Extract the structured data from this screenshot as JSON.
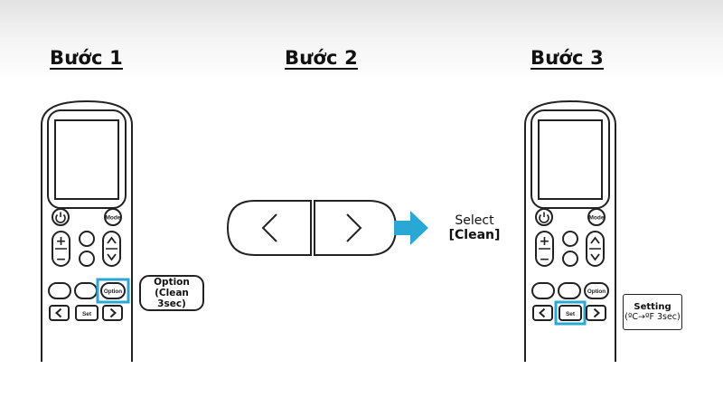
{
  "steps": [
    {
      "title": "Bước 1"
    },
    {
      "title": "Bước 2"
    },
    {
      "title": "Bước 3"
    }
  ],
  "remote": {
    "power_icon": "power-icon",
    "mode_label": "Mode",
    "plus_label": "+",
    "minus_label": "−",
    "up_icon": "chevron-up-icon",
    "down_icon": "chevron-down-icon",
    "option_label": "Option",
    "left_icon": "chevron-left-icon",
    "set_label": "Set",
    "right_icon": "chevron-right-icon"
  },
  "step1_callout": {
    "line1": "Option",
    "line2": "(Clean 3sec)"
  },
  "step2": {
    "select_line1": "Select",
    "select_line2": "[Clean]"
  },
  "step3_callout": {
    "line1": "Setting",
    "line2": "(ºC→ºF 3sec)"
  },
  "colors": {
    "highlight": "#29a8d6",
    "arrow": "#29a8d6",
    "outline": "#222222"
  }
}
